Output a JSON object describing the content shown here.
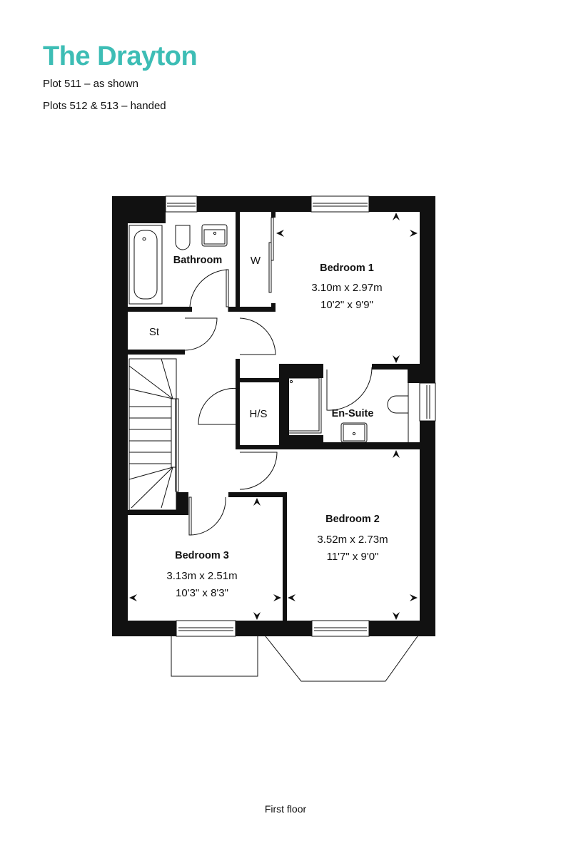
{
  "header": {
    "title": "The Drayton",
    "subtitle_1": "Plot 511 – as shown",
    "subtitle_2": "Plots 512 & 513 – handed",
    "accent_color": "#3dbdb5"
  },
  "rooms": {
    "bathroom": {
      "label": "Bathroom"
    },
    "wardrobe": {
      "label": "W"
    },
    "store": {
      "label": "St"
    },
    "hot_store": {
      "label": "H/S"
    },
    "en_suite": {
      "label": "En-Suite"
    },
    "bedroom_1": {
      "label": "Bedroom 1",
      "metric": "3.10m x 2.97m",
      "imperial": "10'2\" x 9'9\""
    },
    "bedroom_2": {
      "label": "Bedroom 2",
      "metric": "3.52m x 2.73m",
      "imperial": "11'7\" x 9'0\""
    },
    "bedroom_3": {
      "label": "Bedroom 3",
      "metric": "3.13m x 2.51m",
      "imperial": "10'3\" x 8'3\""
    }
  },
  "footer": {
    "floor_label": "First floor"
  }
}
